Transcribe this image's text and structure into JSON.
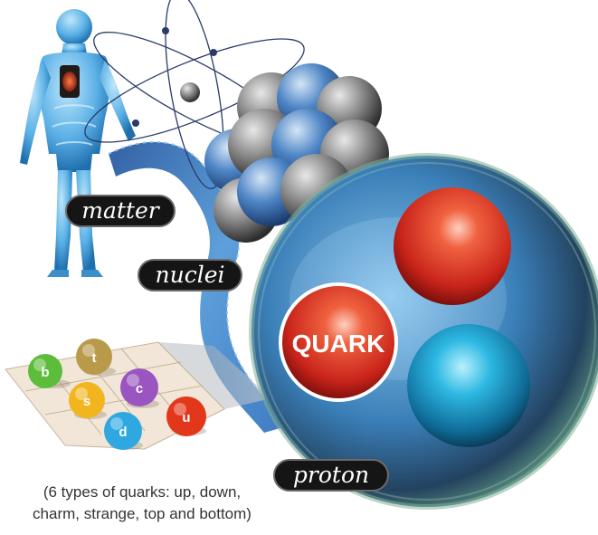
{
  "labels": {
    "matter": "matter",
    "nuclei": "nuclei",
    "proton": "proton",
    "quark": "QUARK"
  },
  "quark_types": [
    "b",
    "t",
    "s",
    "c",
    "d",
    "u"
  ],
  "caption_line1": "(6 types of quarks: up, down,",
  "caption_line2": "charm, strange, top and bottom)",
  "colors": {
    "body_blue": "#5ab0e6",
    "quark_red": "#e0361c",
    "quark_blue": "#1aa7d4",
    "proton_shell": "#2f4f6a",
    "nucleon_grey": "#7f7f7f",
    "nucleon_blue": "#3f74b4",
    "quark_b": "#5bbd3a",
    "quark_t": "#b89a4a",
    "quark_s": "#f3b51f",
    "quark_c": "#9a55c0",
    "quark_d": "#2fa8e2",
    "quark_u": "#e3371b"
  }
}
